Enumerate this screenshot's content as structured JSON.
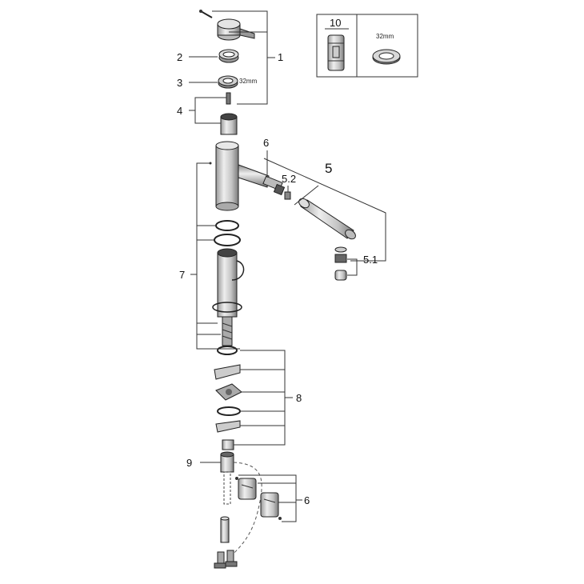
{
  "callouts": {
    "c1": "1",
    "c2": "2",
    "c3": "3",
    "c4": "4",
    "c5": "5",
    "c5_1": "5.1",
    "c5_2": "5.2",
    "c6_top": "6",
    "c6_bottom": "6",
    "c7": "7",
    "c8": "8",
    "c9": "9",
    "c10": "10"
  },
  "dimensions": {
    "nut_size_main": "32mm",
    "nut_size_inset": "32mm"
  },
  "colors": {
    "line": "#333333",
    "part_fill": "#d6d6d6",
    "part_dark": "#555555",
    "background": "#ffffff"
  },
  "icons": [
    "screw-icon",
    "handle-icon",
    "o-ring-icon",
    "nut-icon",
    "cartridge-icon",
    "spout-icon",
    "aerator-icon",
    "mounting-bracket-icon"
  ]
}
